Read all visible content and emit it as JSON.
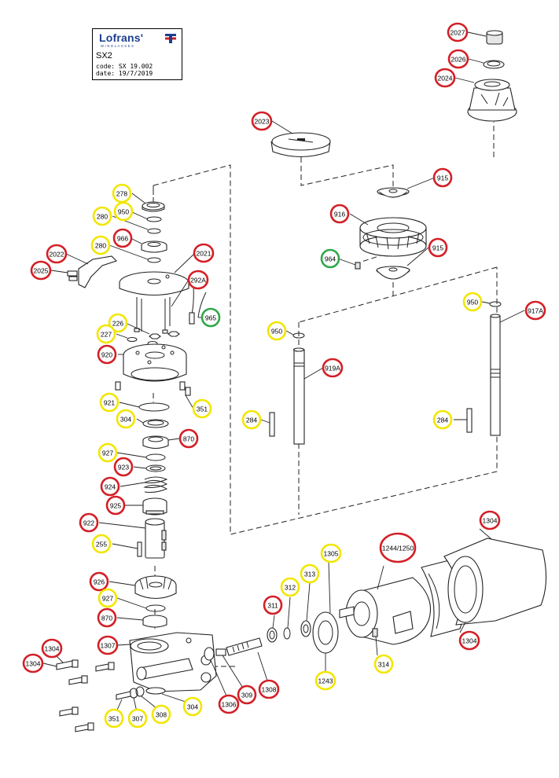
{
  "title_block": {
    "logo_text": "Lofrans'",
    "logo_tagline": "WINDLASSES",
    "model": "SX2",
    "code": "code: SX 19.002",
    "date": "date: 19/7/2019"
  },
  "colors": {
    "red": "#d31f26",
    "yellow": "#f2e600",
    "green": "#2fa84a",
    "brand_blue": "#1d3f8f"
  },
  "callouts": [
    {
      "label": "2027",
      "color": "red"
    },
    {
      "label": "2026",
      "color": "red"
    },
    {
      "label": "2024",
      "color": "red"
    },
    {
      "label": "2023",
      "color": "red"
    },
    {
      "label": "915",
      "color": "red"
    },
    {
      "label": "916",
      "color": "red"
    },
    {
      "label": "964",
      "color": "green"
    },
    {
      "label": "915",
      "color": "red"
    },
    {
      "label": "278",
      "color": "yellow"
    },
    {
      "label": "950",
      "color": "yellow"
    },
    {
      "label": "280",
      "color": "yellow"
    },
    {
      "label": "966",
      "color": "red"
    },
    {
      "label": "280",
      "color": "yellow"
    },
    {
      "label": "2021",
      "color": "red"
    },
    {
      "label": "2022",
      "color": "red"
    },
    {
      "label": "2025",
      "color": "red"
    },
    {
      "label": "292A",
      "color": "red"
    },
    {
      "label": "965",
      "color": "green"
    },
    {
      "label": "226",
      "color": "yellow"
    },
    {
      "label": "227",
      "color": "yellow"
    },
    {
      "label": "920",
      "color": "red"
    },
    {
      "label": "950",
      "color": "yellow"
    },
    {
      "label": "950",
      "color": "yellow"
    },
    {
      "label": "917A",
      "color": "red"
    },
    {
      "label": "919A",
      "color": "red"
    },
    {
      "label": "921",
      "color": "yellow"
    },
    {
      "label": "351",
      "color": "yellow"
    },
    {
      "label": "304",
      "color": "yellow"
    },
    {
      "label": "284",
      "color": "yellow"
    },
    {
      "label": "284",
      "color": "yellow"
    },
    {
      "label": "870",
      "color": "red"
    },
    {
      "label": "927",
      "color": "yellow"
    },
    {
      "label": "923",
      "color": "red"
    },
    {
      "label": "924",
      "color": "red"
    },
    {
      "label": "925",
      "color": "red"
    },
    {
      "label": "922",
      "color": "red"
    },
    {
      "label": "1304",
      "color": "red"
    },
    {
      "label": "255",
      "color": "yellow"
    },
    {
      "label": "1305",
      "color": "yellow"
    },
    {
      "label": "1244/1250",
      "color": "red"
    },
    {
      "label": "313",
      "color": "yellow"
    },
    {
      "label": "312",
      "color": "yellow"
    },
    {
      "label": "926",
      "color": "red"
    },
    {
      "label": "311",
      "color": "red"
    },
    {
      "label": "927",
      "color": "yellow"
    },
    {
      "label": "870",
      "color": "red"
    },
    {
      "label": "1304",
      "color": "red"
    },
    {
      "label": "1307",
      "color": "red"
    },
    {
      "label": "1304",
      "color": "red"
    },
    {
      "label": "1304",
      "color": "red"
    },
    {
      "label": "314",
      "color": "yellow"
    },
    {
      "label": "1243",
      "color": "yellow"
    },
    {
      "label": "1308",
      "color": "red"
    },
    {
      "label": "309",
      "color": "red"
    },
    {
      "label": "1306",
      "color": "red"
    },
    {
      "label": "304",
      "color": "yellow"
    },
    {
      "label": "308",
      "color": "yellow"
    },
    {
      "label": "307",
      "color": "yellow"
    },
    {
      "label": "351",
      "color": "yellow"
    }
  ]
}
